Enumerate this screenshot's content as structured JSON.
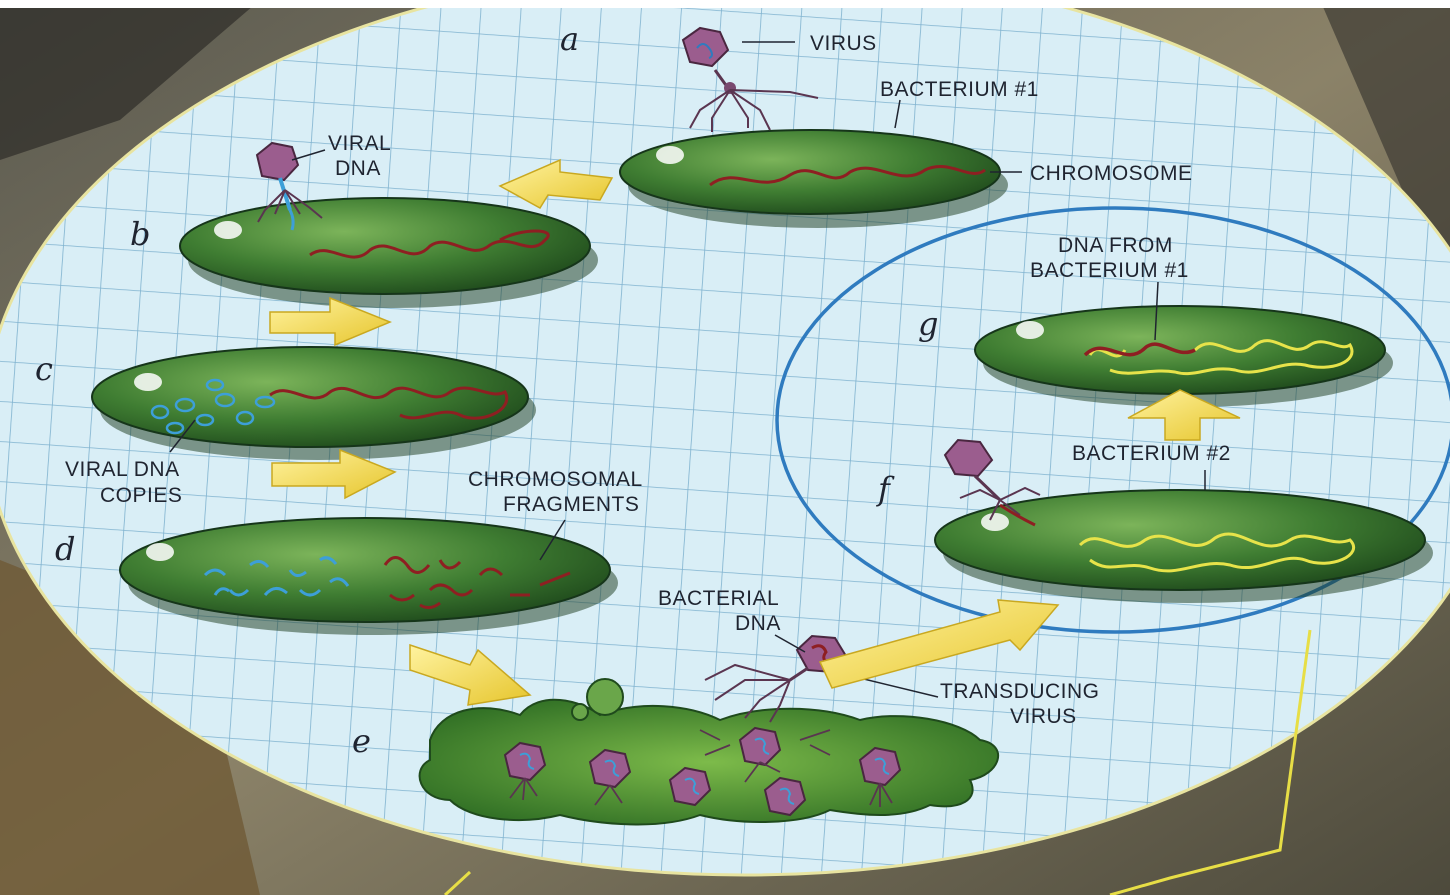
{
  "labels": {
    "virus": "VIRUS",
    "bacterium1": "BACTERIUM #1",
    "chromosome": "CHROMOSOME",
    "viral_dna_1": "VIRAL",
    "viral_dna_2": "DNA",
    "copies_1": "VIRAL DNA",
    "copies_2": "COPIES",
    "fragments_1": "CHROMOSOMAL",
    "fragments_2": "FRAGMENTS",
    "bact_dna_1": "BACTERIAL",
    "bact_dna_2": "DNA",
    "transducing_1": "TRANSDUCING",
    "transducing_2": "VIRUS",
    "dna_from_1": "DNA FROM",
    "dna_from_2": "BACTERIUM #1",
    "bacterium2": "BACTERIUM #2"
  },
  "steps": {
    "a": "a",
    "b": "b",
    "c": "c",
    "d": "d",
    "e": "e",
    "f": "f",
    "g": "g"
  },
  "colors": {
    "grid_background": "#d6ecf4",
    "grid_line": "#7fb2cf",
    "bacterium_green": "#3f7d32",
    "chromosome_red": "#8e1f22",
    "viral_dna_blue": "#3d9fd8",
    "bacterium2_dna_yellow": "#e7e34a",
    "arrow_yellow": "#f2dc4a",
    "virus_purple": "#9b5d8e",
    "inset_circle": "#2f7bbf"
  }
}
